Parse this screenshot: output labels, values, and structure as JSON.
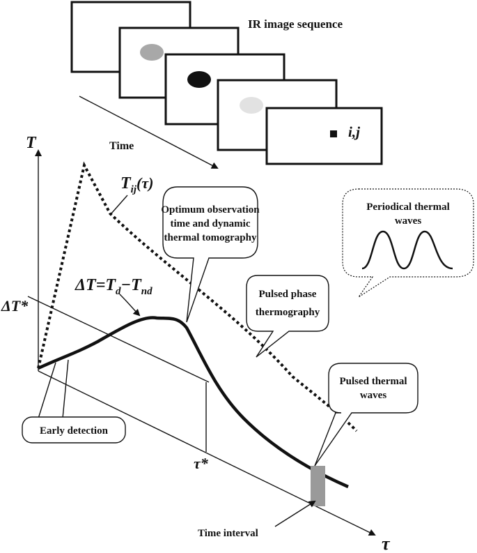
{
  "ir_sequence": {
    "title": "IR image sequence",
    "pixel_label": "i,j",
    "time_label": "Time"
  },
  "axes": {
    "y_label": "T",
    "x_label": "τ",
    "delta_t_star": "ΔT*",
    "tau_star": "τ*"
  },
  "curves": {
    "tij_label": "T",
    "tij_sub": "ij",
    "tij_arg": "(τ)",
    "dt_eq_prefix": "ΔT=T",
    "dt_eq_sub1": "d",
    "dt_eq_mid": "−T",
    "dt_eq_sub2": "nd"
  },
  "callouts": {
    "optimum": [
      "Optimum observation",
      "time and dynamic",
      "thermal tomography"
    ],
    "periodical": [
      "Periodical thermal",
      "waves"
    ],
    "pulsed_phase": [
      "Pulsed phase",
      "thermography"
    ],
    "pulsed_waves": [
      "Pulsed thermal",
      "waves"
    ],
    "early": "Early detection",
    "interval": "Time interval"
  }
}
